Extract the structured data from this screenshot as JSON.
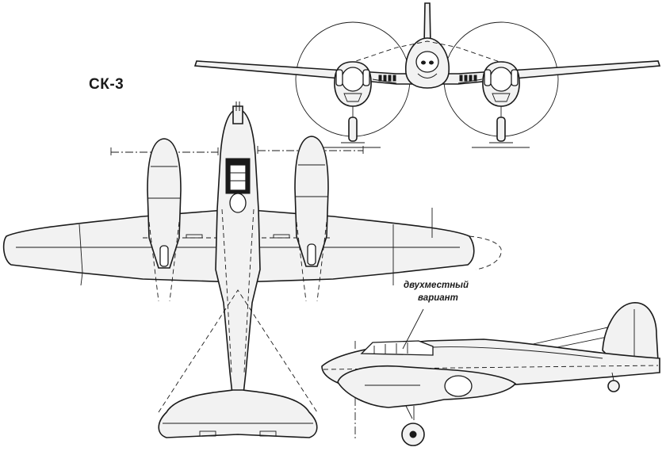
{
  "drawing": {
    "title": "СК-3",
    "note_line1": "двухместный",
    "note_line2": "вариант"
  }
}
